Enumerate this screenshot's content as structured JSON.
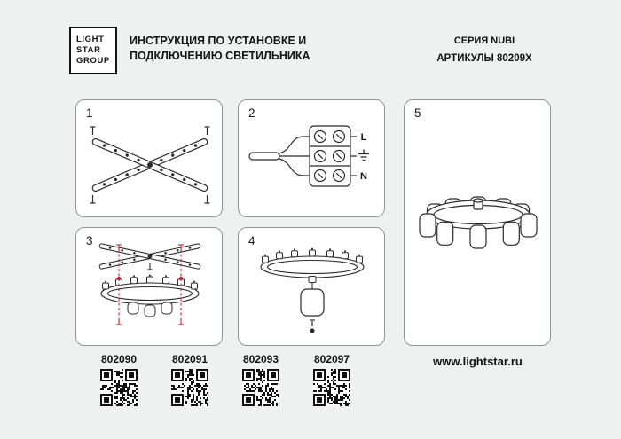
{
  "header": {
    "logo": {
      "line1": "LIGHT",
      "line2": "STAR",
      "line3": "GROUP"
    },
    "title_line1": "ИНСТРУКЦИЯ ПО УСТАНОВКЕ И",
    "title_line2": "ПОДКЛЮЧЕНИЮ СВЕТИЛЬНИКА",
    "series": "СЕРИЯ NUBI",
    "articles": "АРТИКУЛЫ 80209X"
  },
  "steps": [
    {
      "number": "1"
    },
    {
      "number": "2",
      "labels": {
        "live": "L",
        "neutral": "N",
        "ground_icon": "earth-ground"
      }
    },
    {
      "number": "3"
    },
    {
      "number": "4"
    },
    {
      "number": "5"
    }
  ],
  "footer": {
    "articles": [
      "802090",
      "802091",
      "802093",
      "802097"
    ],
    "website": "www.lightstar.ru"
  },
  "colors": {
    "accent_green": "#3faa3c",
    "alignment_red": "#cf2030",
    "line": "#2b2b2b"
  }
}
